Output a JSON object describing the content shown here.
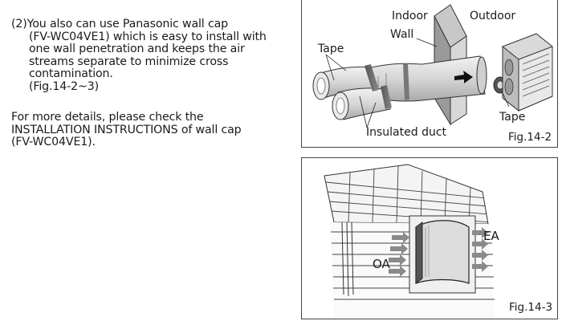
{
  "text": {
    "para1": {
      "lead": "(2)You also can use Panasonic wall cap",
      "lines": [
        "(FV-WC04VE1) which is easy to install with",
        "one wall penetration and keeps the air",
        "streams separate to minimize cross",
        "contamination.",
        "(Fig.14-2~3)"
      ]
    },
    "para2": {
      "lines": [
        "For more details, please check the",
        "INSTALLATION INSTRUCTIONS of wall cap",
        "(FV-WC04VE1)."
      ]
    }
  },
  "fig14_2": {
    "labels": {
      "indoor": "Indoor",
      "outdoor": "Outdoor",
      "wall": "Wall",
      "tape_left": "Tape",
      "tape_right": "Tape",
      "insulated_duct": "Insulated duct"
    },
    "caption": "Fig.14-2"
  },
  "fig14_3": {
    "labels": {
      "oa": "OA",
      "ea": "EA"
    },
    "caption": "Fig.14-3"
  }
}
